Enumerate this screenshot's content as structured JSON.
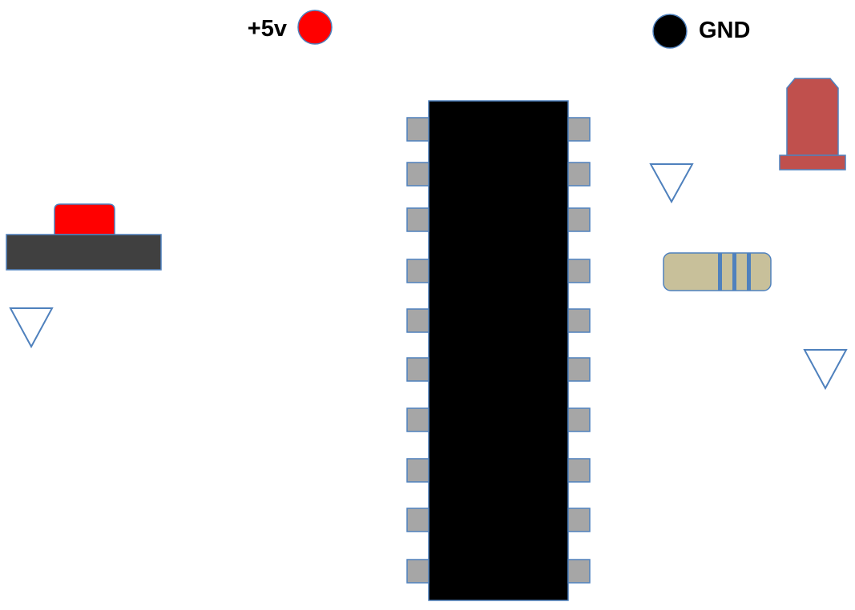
{
  "labels": {
    "supply": "+5v",
    "ground": "GND"
  },
  "components": {
    "supply_terminal": {
      "kind": "power-terminal",
      "color": "#ff0000"
    },
    "ground_terminal": {
      "kind": "ground-terminal",
      "color": "#000000"
    },
    "microcontroller": {
      "kind": "dip-ic",
      "pin_count": 20,
      "pins_per_side": 10,
      "body_color": "#000000",
      "pin_color": "#a6a6a6"
    },
    "push_button": {
      "kind": "push-button",
      "cap_color": "#ff0000",
      "body_color": "#404040"
    },
    "resistor": {
      "kind": "resistor",
      "body_color": "#c8c09a",
      "band_color": "#4f81bd"
    },
    "led": {
      "kind": "led",
      "color": "#c0504d"
    },
    "ground_symbols": [
      "ground-symbol-ic",
      "ground-symbol-button",
      "ground-symbol-led"
    ]
  },
  "colors": {
    "wire": "#4f81bd",
    "background": "#ffffff",
    "outline": "#4f81bd"
  }
}
